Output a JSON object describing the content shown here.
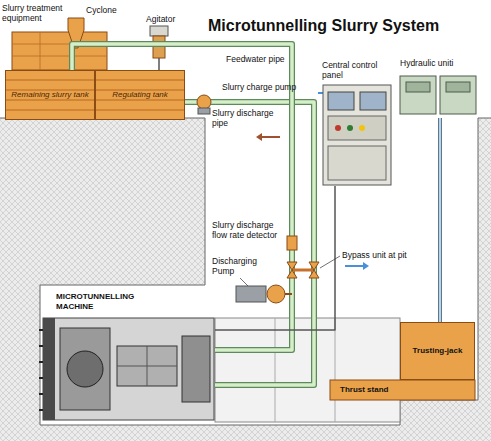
{
  "diagram": {
    "title": "Microtunnelling Slurry System",
    "nodes": [
      {
        "text": [
          "Remaining slurry tank"
        ]
      },
      {
        "text": [
          "Regulating tank"
        ]
      },
      {
        "text": [
          "Central control panel"
        ]
      },
      {
        "text": [
          "Hydraulic uniti"
        ]
      },
      {
        "text": [
          "MICROTUNNELLING MACHINE"
        ]
      },
      {
        "text": [
          "Trusting-jack"
        ]
      }
    ],
    "edges": [
      {
        "from": 1,
        "to": 4,
        "arrow": "none"
      },
      {
        "from": 4,
        "to": 0,
        "arrow": "none"
      },
      {
        "from": 2,
        "to": 4,
        "arrow": "none"
      },
      {
        "from": 3,
        "to": 5,
        "arrow": "none"
      }
    ],
    "labels": [
      "Slurry treatment equipment",
      "Cyclone",
      "Agitator",
      "Feedwater pipe",
      "Slurry charge pump",
      "Slurry discharge pipe",
      "Slurry discharge flow rate detector",
      "Bypass unit at pit",
      "Discharging Pump",
      "Thrust stand"
    ]
  }
}
